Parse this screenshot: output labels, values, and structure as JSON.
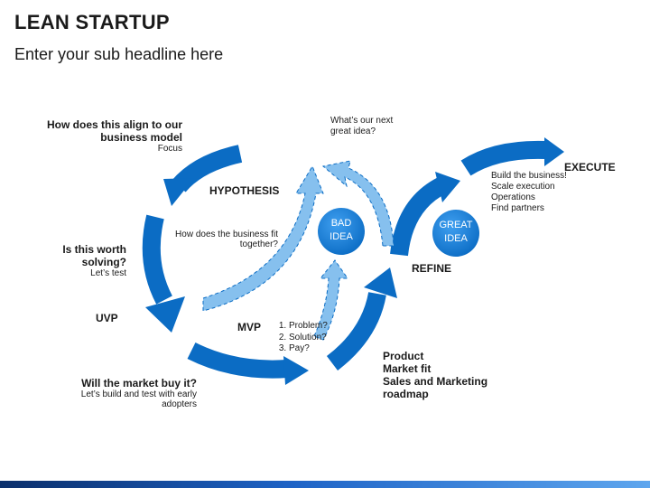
{
  "title": "LEAN STARTUP",
  "subtitle": "Enter your sub headline here",
  "colors": {
    "blue": "#0b6cc4",
    "light_blue": "#86c0ee",
    "dark_navy": "#0b2f6b"
  },
  "labels": {
    "align_q": "How does this align to our business model",
    "focus": "Focus",
    "hypothesis": "HYPOTHESIS",
    "fit_q": "How does the business fit together?",
    "worth_q": "Is this worth solving?",
    "lets_test": "Let’s test",
    "uvp": "UVP",
    "market_q": "Will the market buy it?",
    "build_test": "Let’s build and test with early adopters",
    "mvp": "MVP",
    "mvp_items": [
      "Problem?",
      "Solution?",
      "Pay?"
    ],
    "next_idea": "What’s our next great idea?",
    "bad_idea": "BAD IDEA",
    "great_idea": "GREAT IDEA",
    "refine": "REFINE",
    "execute": "EXECUTE",
    "execute_items": [
      "Build the business!",
      "Scale execution",
      "Operations",
      "Find partners"
    ],
    "product_items": [
      "Product",
      "Market fit",
      "Sales and Marketing",
      "roadmap"
    ]
  }
}
